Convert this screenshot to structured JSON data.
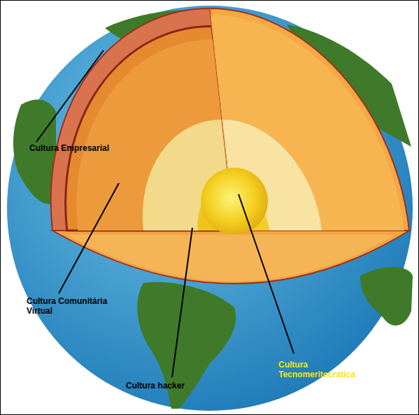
{
  "diagram": {
    "labels": [
      "Cultura Empresarial",
      "Cultura Comunitária Virtual",
      "Cultura hacker",
      "Cultura Tecnomeritocrática"
    ]
  }
}
